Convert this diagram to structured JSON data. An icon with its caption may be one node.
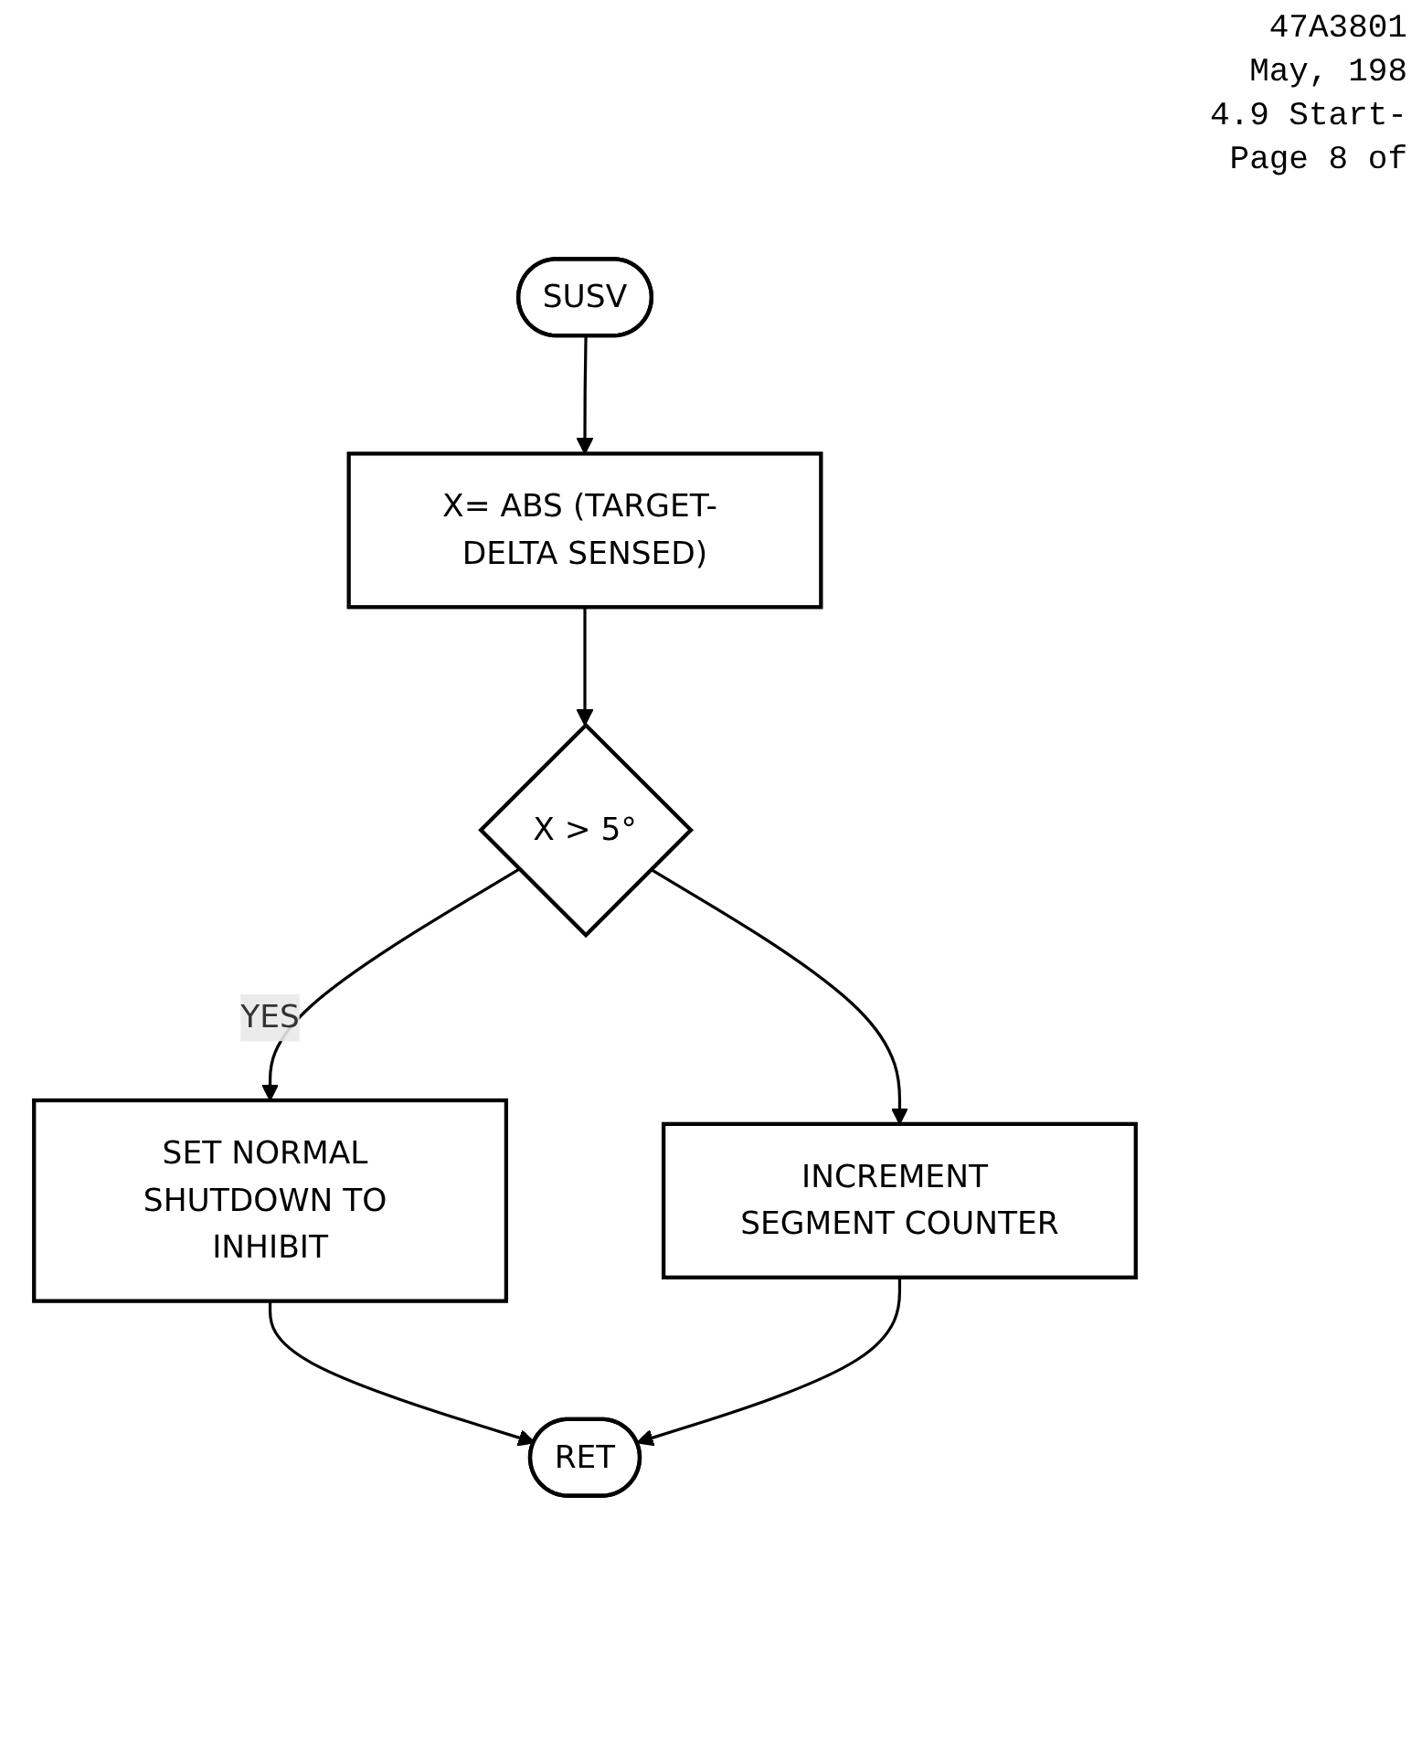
{
  "diagram": {
    "nodes": [
      {
        "text": [
          "SUSV"
        ]
      },
      {
        "text": [
          "X= ABS (TARGET- DELTA SENSED)"
        ]
      },
      {
        "text": [
          "X > 5°"
        ]
      },
      {
        "text": [
          "INCREMENT SEGMENT COUNTER"
        ]
      },
      {
        "text": [
          "SET NORMAL SHUTDOWN TO INHIBIT"
        ]
      },
      {
        "text": [
          "RET"
        ]
      }
    ],
    "edges": [
      {
        "from": 0,
        "to": 1,
        "arrow": "to"
      },
      {
        "from": 1,
        "to": 2,
        "arrow": "to"
      },
      {
        "from": 2,
        "to": 3,
        "arrow": "to"
      },
      {
        "from": 2,
        "to": 4,
        "arrow": "to",
        "label": "YES"
      },
      {
        "from": 4,
        "to": 5,
        "arrow": "to"
      },
      {
        "from": 3,
        "to": 5,
        "arrow": "to"
      }
    ],
    "labels": [
      "47A3801",
      "May, 198",
      "4.9 Start-",
      "Page 8 of"
    ]
  }
}
